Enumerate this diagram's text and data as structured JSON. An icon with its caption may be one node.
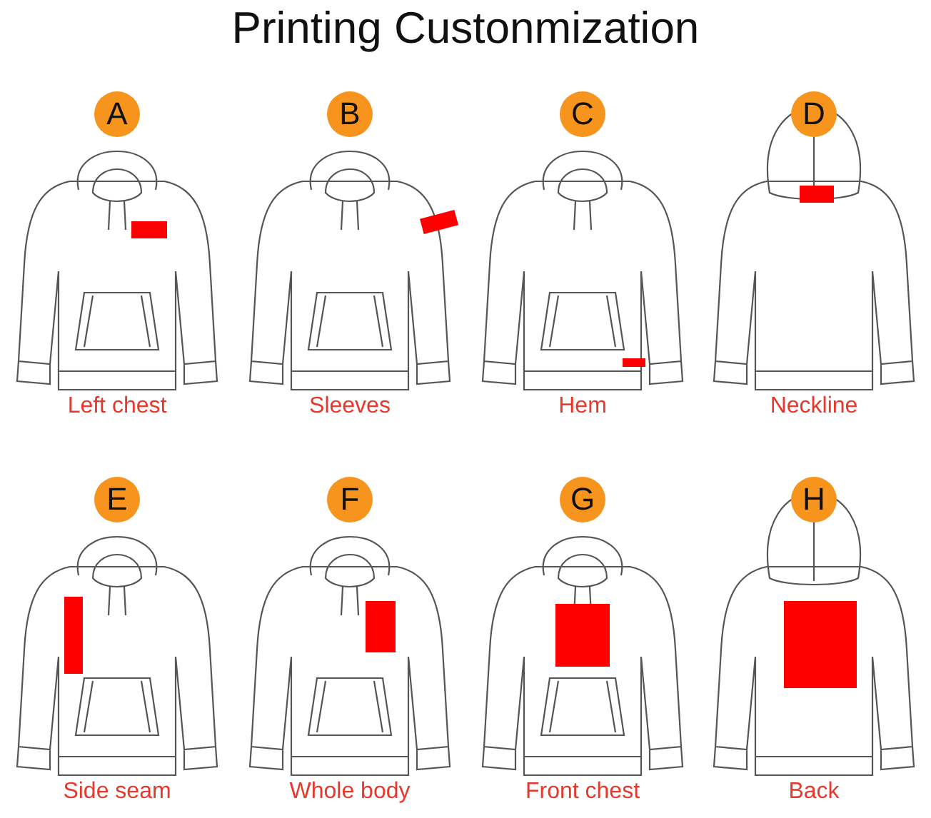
{
  "diagram": {
    "title": "Printing Custonmization",
    "nodes": [
      {
        "text": [
          "A"
        ]
      },
      {
        "text": [
          "B"
        ]
      },
      {
        "text": [
          "C"
        ]
      },
      {
        "text": [
          "D"
        ]
      },
      {
        "text": [
          "E"
        ]
      },
      {
        "text": [
          "F"
        ]
      },
      {
        "text": [
          "G"
        ]
      },
      {
        "text": [
          "H"
        ]
      }
    ],
    "labels": [
      "Left chest",
      "Sleeves",
      "Hem",
      "Neckline",
      "Side seam",
      "Whole body",
      "Front chest",
      "Back"
    ]
  }
}
